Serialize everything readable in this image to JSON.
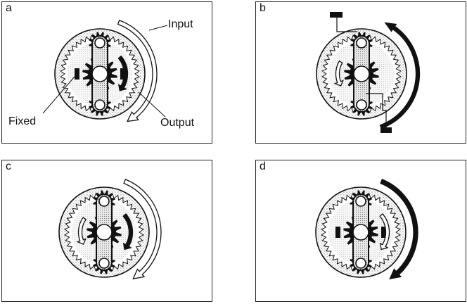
{
  "panels": {
    "a": {
      "letter": "a",
      "labels": {
        "input": "Input",
        "fixed": "Fixed",
        "output": "Output"
      }
    },
    "b": {
      "letter": "b"
    },
    "c": {
      "letter": "c"
    },
    "d": {
      "letter": "d"
    }
  },
  "colors": {
    "ink": "#111111",
    "stipple": "#c8c8c8",
    "arrow_fill": "#ffffff"
  }
}
